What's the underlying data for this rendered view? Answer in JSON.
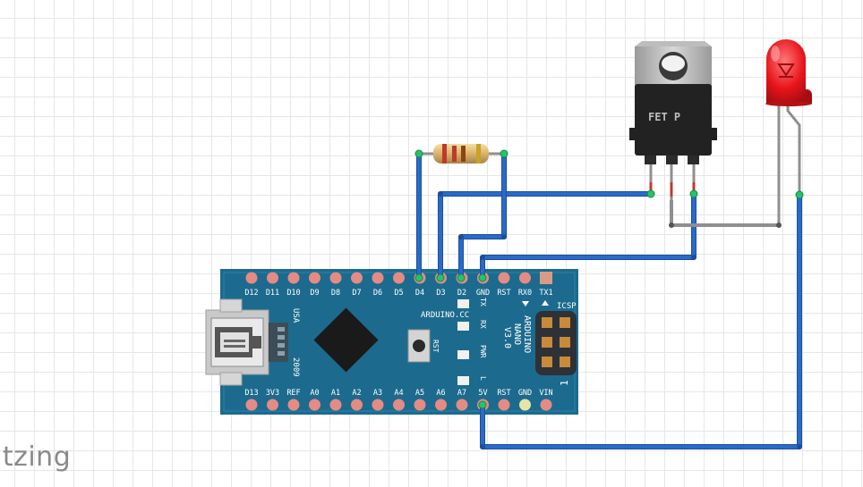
{
  "app": {
    "wordmark": "itzing"
  },
  "board": {
    "name_lines": [
      "ARDUINO",
      "NANO",
      "V3.0"
    ],
    "site": "ARDUINO.CC",
    "country": "USA",
    "year": "2009",
    "icsp_label": "ICSP",
    "rst_label": "RST",
    "icsp_marker": "1",
    "top_pins": [
      "D12",
      "D11",
      "D10",
      "D9",
      "D8",
      "D7",
      "D6",
      "D5",
      "D4",
      "D3",
      "D2",
      "GND",
      "RST",
      "RX0",
      "TX1"
    ],
    "bottom_pins": [
      "D13",
      "3V3",
      "REF",
      "A0",
      "A1",
      "A2",
      "A3",
      "A4",
      "A5",
      "A6",
      "A7",
      "5V",
      "RST",
      "GND",
      "VIN"
    ],
    "leds": [
      "TX",
      "RX",
      "PWR",
      "L"
    ],
    "color": "#1c6b8e"
  },
  "fet": {
    "label": "FET P"
  },
  "wire_color": "#2a6ac9",
  "lead_color": "#8f8f8f"
}
